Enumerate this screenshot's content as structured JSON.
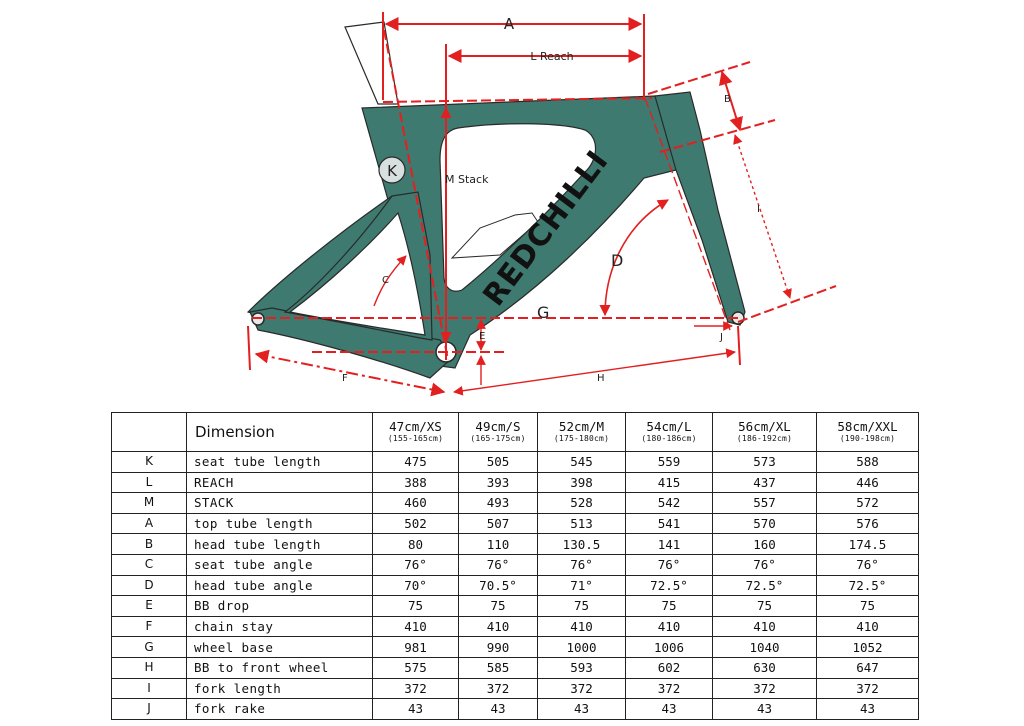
{
  "diagram": {
    "brand": "REDCHILLI",
    "labels": {
      "A": "A",
      "L": "L Reach",
      "M": "M Stack",
      "B": "B",
      "I": "I",
      "K": "K",
      "C": "C",
      "D": "D",
      "G": "G",
      "E": "E",
      "J": "J",
      "F": "F",
      "H": "H"
    },
    "colors": {
      "frame": "#3e7a70",
      "dimension": "#e32020",
      "outline": "#2a2a2a"
    }
  },
  "table": {
    "title": "Dimension",
    "sizes": [
      {
        "name": "47cm/XS",
        "range": "(155-165cm)"
      },
      {
        "name": "49cm/S",
        "range": "(165-175cm)"
      },
      {
        "name": "52cm/M",
        "range": "(175-180cm)"
      },
      {
        "name": "54cm/L",
        "range": "(180-186cm)"
      },
      {
        "name": "56cm/XL",
        "range": "(186-192cm)"
      },
      {
        "name": "58cm/XXL",
        "range": "(190-198cm)"
      }
    ],
    "rows": [
      {
        "key": "K",
        "name": "seat tube length",
        "values": [
          "475",
          "505",
          "545",
          "559",
          "573",
          "588"
        ]
      },
      {
        "key": "L",
        "name": "REACH",
        "values": [
          "388",
          "393",
          "398",
          "415",
          "437",
          "446"
        ]
      },
      {
        "key": "M",
        "name": "STACK",
        "values": [
          "460",
          "493",
          "528",
          "542",
          "557",
          "572"
        ]
      },
      {
        "key": "A",
        "name": "top tube length",
        "values": [
          "502",
          "507",
          "513",
          "541",
          "570",
          "576"
        ]
      },
      {
        "key": "B",
        "name": "head tube length",
        "values": [
          "80",
          "110",
          "130.5",
          "141",
          "160",
          "174.5"
        ]
      },
      {
        "key": "C",
        "name": "seat tube angle",
        "values": [
          "76°",
          "76°",
          "76°",
          "76°",
          "76°",
          "76°"
        ]
      },
      {
        "key": "D",
        "name": "head tube angle",
        "values": [
          "70°",
          "70.5°",
          "71°",
          "72.5°",
          "72.5°",
          "72.5°"
        ]
      },
      {
        "key": "E",
        "name": "BB drop",
        "values": [
          "75",
          "75",
          "75",
          "75",
          "75",
          "75"
        ]
      },
      {
        "key": "F",
        "name": "chain stay",
        "values": [
          "410",
          "410",
          "410",
          "410",
          "410",
          "410"
        ]
      },
      {
        "key": "G",
        "name": "wheel base",
        "values": [
          "981",
          "990",
          "1000",
          "1006",
          "1040",
          "1052"
        ]
      },
      {
        "key": "H",
        "name": "BB to front wheel",
        "values": [
          "575",
          "585",
          "593",
          "602",
          "630",
          "647"
        ]
      },
      {
        "key": "I",
        "name": "fork length",
        "values": [
          "372",
          "372",
          "372",
          "372",
          "372",
          "372"
        ]
      },
      {
        "key": "J",
        "name": "fork rake",
        "values": [
          "43",
          "43",
          "43",
          "43",
          "43",
          "43"
        ]
      }
    ]
  }
}
